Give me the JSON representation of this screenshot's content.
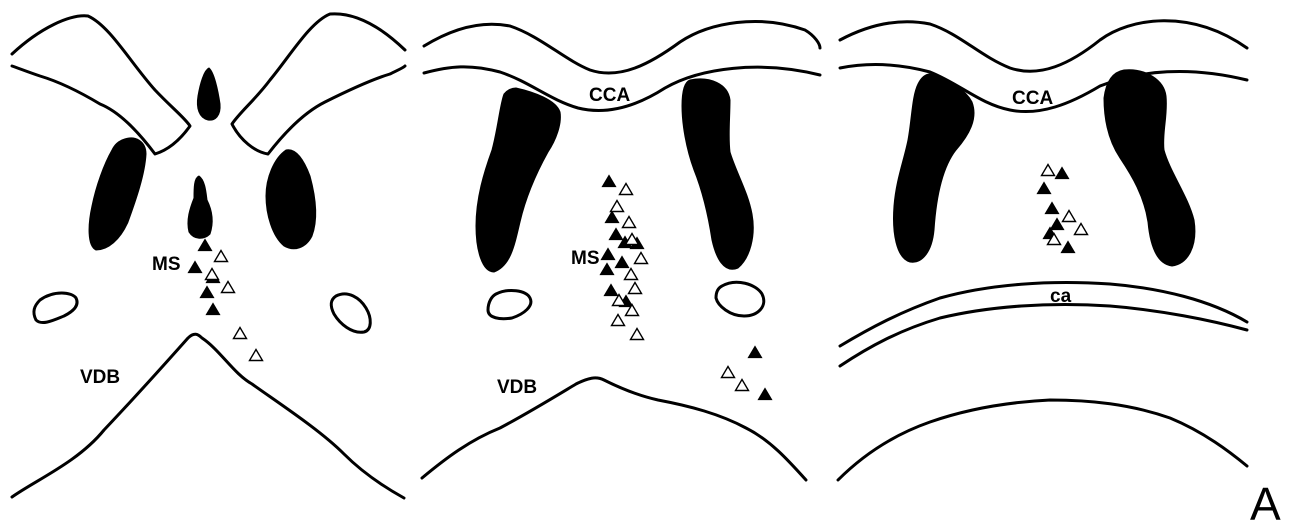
{
  "panels": [
    {
      "labels": {
        "ms": "MS",
        "vdb": "VDB"
      },
      "markers": {
        "filled": [
          [
            205,
            245
          ],
          [
            195,
            267
          ],
          [
            213,
            277
          ],
          [
            207,
            292
          ],
          [
            213,
            309
          ]
        ],
        "open": [
          [
            221,
            256
          ],
          [
            212,
            274
          ],
          [
            228,
            287
          ],
          [
            240,
            333
          ],
          [
            256,
            355
          ]
        ]
      }
    },
    {
      "labels": {
        "cca": "CCA",
        "ms": "MS",
        "vdb": "VDB"
      },
      "markers": {
        "filled": [
          [
            609,
            181
          ],
          [
            612,
            217
          ],
          [
            616,
            234
          ],
          [
            625,
            242
          ],
          [
            637,
            243
          ],
          [
            608,
            254
          ],
          [
            622,
            262
          ],
          [
            607,
            269
          ],
          [
            611,
            290
          ],
          [
            626,
            301
          ],
          [
            755,
            352
          ],
          [
            765,
            394
          ]
        ],
        "open": [
          [
            626,
            189
          ],
          [
            617,
            206
          ],
          [
            629,
            222
          ],
          [
            632,
            239
          ],
          [
            641,
            258
          ],
          [
            631,
            274
          ],
          [
            635,
            288
          ],
          [
            619,
            300
          ],
          [
            632,
            310
          ],
          [
            618,
            320
          ],
          [
            637,
            334
          ],
          [
            728,
            372
          ],
          [
            742,
            385
          ]
        ]
      }
    },
    {
      "labels": {
        "cca": "CCA",
        "ca": "ca"
      },
      "markers": {
        "filled": [
          [
            1062,
            173
          ],
          [
            1044,
            188
          ],
          [
            1052,
            208
          ],
          [
            1057,
            224
          ],
          [
            1050,
            233
          ],
          [
            1068,
            247
          ]
        ],
        "open": [
          [
            1048,
            170
          ],
          [
            1069,
            216
          ],
          [
            1081,
            229
          ],
          [
            1054,
            239
          ]
        ]
      }
    }
  ],
  "panel_letter": "A"
}
